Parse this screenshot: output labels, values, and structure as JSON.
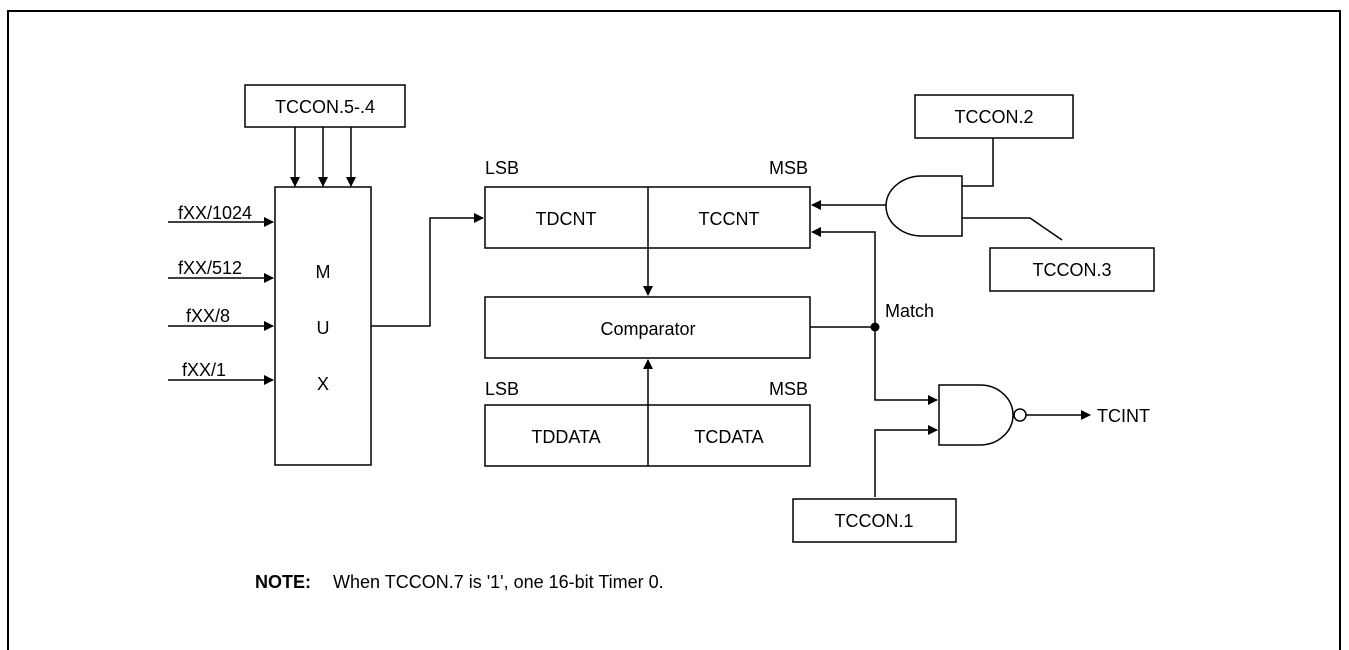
{
  "mux": {
    "control": "TCCON.5-.4",
    "letters": [
      "M",
      "U",
      "X"
    ],
    "inputs": [
      "fXX/1024",
      "fXX/512",
      "fXX/8",
      "fXX/1"
    ]
  },
  "counter": {
    "lsb": "LSB",
    "msb": "MSB",
    "low": "TDCNT",
    "high": "TCCNT"
  },
  "comparator": {
    "label": "Comparator"
  },
  "data_register": {
    "lsb": "LSB",
    "msb": "MSB",
    "low": "TDDATA",
    "high": "TCDATA"
  },
  "and_gate": {
    "input_a": "TCCON.2",
    "input_b": "TCCON.3"
  },
  "match_label": "Match",
  "nand_gate": {
    "enable": "TCCON.1",
    "output": "TCINT"
  },
  "note": {
    "label": "NOTE:",
    "text": "When TCCON.7 is '1', one 16-bit Timer 0."
  }
}
